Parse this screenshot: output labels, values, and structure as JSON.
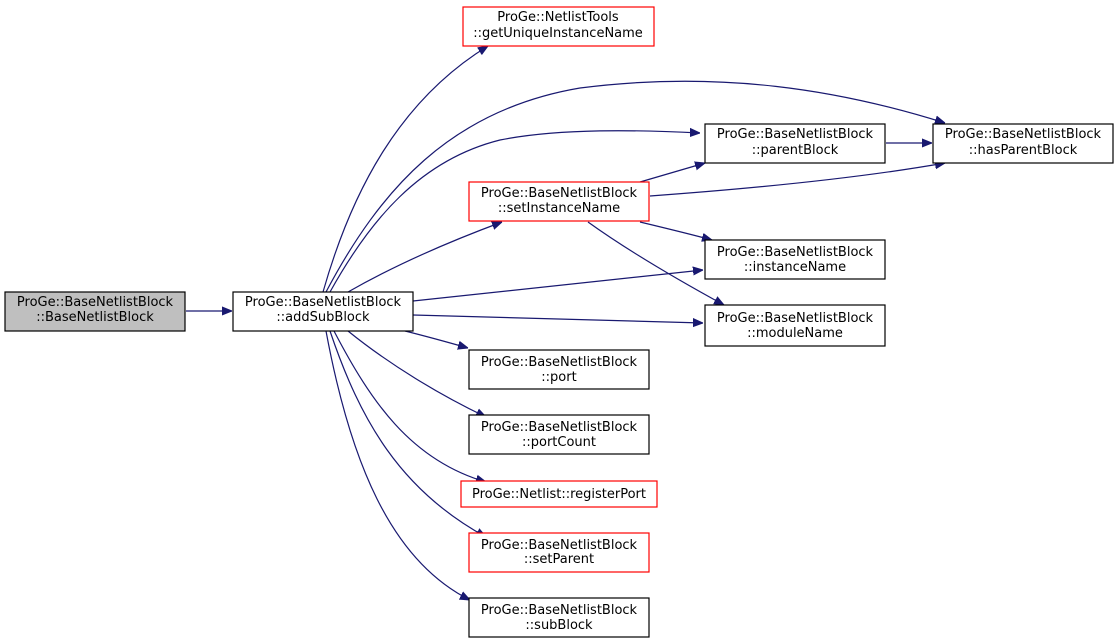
{
  "colors": {
    "edge": "#191970",
    "node_border_default": "#000000",
    "node_border_highlight": "#ff0000",
    "node_fill_default": "#ffffff",
    "node_fill_root": "#bfbfbf"
  },
  "nodes": {
    "root": {
      "line1": "ProGe::BaseNetlistBlock",
      "line2": "::BaseNetlistBlock",
      "style": "root"
    },
    "addSubBlock": {
      "line1": "ProGe::BaseNetlistBlock",
      "line2": "::addSubBlock",
      "style": "default"
    },
    "getUniqueInstanceName": {
      "line1": "ProGe::NetlistTools",
      "line2": "::getUniqueInstanceName",
      "style": "highlight"
    },
    "parentBlock": {
      "line1": "ProGe::BaseNetlistBlock",
      "line2": "::parentBlock",
      "style": "default"
    },
    "hasParentBlock": {
      "line1": "ProGe::BaseNetlistBlock",
      "line2": "::hasParentBlock",
      "style": "default"
    },
    "setInstanceName": {
      "line1": "ProGe::BaseNetlistBlock",
      "line2": "::setInstanceName",
      "style": "highlight"
    },
    "instanceName": {
      "line1": "ProGe::BaseNetlistBlock",
      "line2": "::instanceName",
      "style": "default"
    },
    "moduleName": {
      "line1": "ProGe::BaseNetlistBlock",
      "line2": "::moduleName",
      "style": "default"
    },
    "port": {
      "line1": "ProGe::BaseNetlistBlock",
      "line2": "::port",
      "style": "default"
    },
    "portCount": {
      "line1": "ProGe::BaseNetlistBlock",
      "line2": "::portCount",
      "style": "default"
    },
    "registerPort": {
      "line1": "ProGe::Netlist::registerPort",
      "line2": "",
      "style": "highlight"
    },
    "setParent": {
      "line1": "ProGe::BaseNetlistBlock",
      "line2": "::setParent",
      "style": "highlight"
    },
    "subBlock": {
      "line1": "ProGe::BaseNetlistBlock",
      "line2": "::subBlock",
      "style": "default"
    }
  },
  "edges": [
    [
      "root",
      "addSubBlock"
    ],
    [
      "addSubBlock",
      "getUniqueInstanceName"
    ],
    [
      "addSubBlock",
      "hasParentBlock"
    ],
    [
      "addSubBlock",
      "parentBlock"
    ],
    [
      "addSubBlock",
      "setInstanceName"
    ],
    [
      "addSubBlock",
      "instanceName"
    ],
    [
      "addSubBlock",
      "moduleName"
    ],
    [
      "addSubBlock",
      "port"
    ],
    [
      "addSubBlock",
      "portCount"
    ],
    [
      "addSubBlock",
      "registerPort"
    ],
    [
      "addSubBlock",
      "setParent"
    ],
    [
      "addSubBlock",
      "subBlock"
    ],
    [
      "parentBlock",
      "hasParentBlock"
    ],
    [
      "setInstanceName",
      "parentBlock"
    ],
    [
      "setInstanceName",
      "hasParentBlock"
    ],
    [
      "setInstanceName",
      "instanceName"
    ],
    [
      "setInstanceName",
      "moduleName"
    ]
  ]
}
